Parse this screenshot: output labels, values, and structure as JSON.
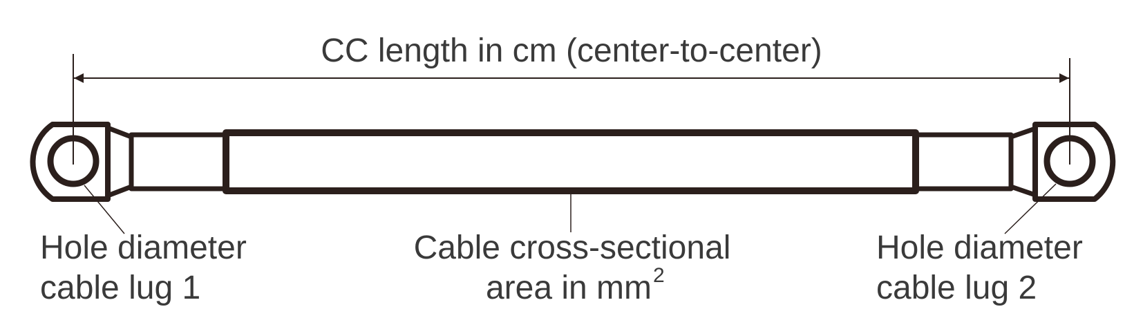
{
  "labels": {
    "dimension": "CC length in cm (center-to-center)",
    "lug1_line1": "Hole diameter",
    "lug1_line2": "cable lug 1",
    "cable_line1": "Cable cross-sectional",
    "cable_line2": "area in mm",
    "cable_superscript": "2",
    "lug2_line1": "Hole diameter",
    "lug2_line2": "cable lug 2"
  },
  "colors": {
    "outline": "#2b1f1c",
    "text": "#3a3a3a",
    "background": "#ffffff"
  }
}
